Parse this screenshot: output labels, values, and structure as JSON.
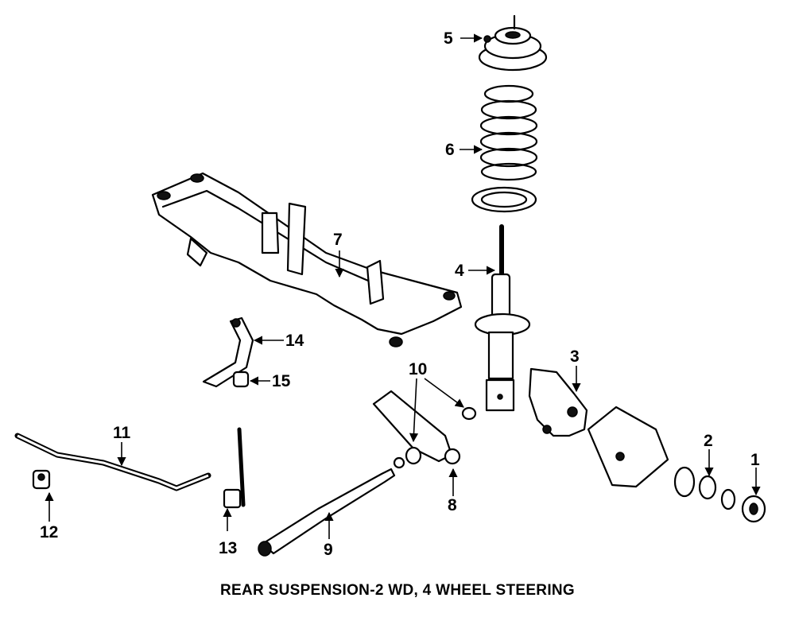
{
  "caption": "REAR SUSPENSION-2 WD, 4 WHEEL STEERING",
  "callouts": [
    "1",
    "2",
    "3",
    "4",
    "5",
    "6",
    "7",
    "8",
    "9",
    "10",
    "11",
    "12",
    "13",
    "14",
    "15"
  ]
}
